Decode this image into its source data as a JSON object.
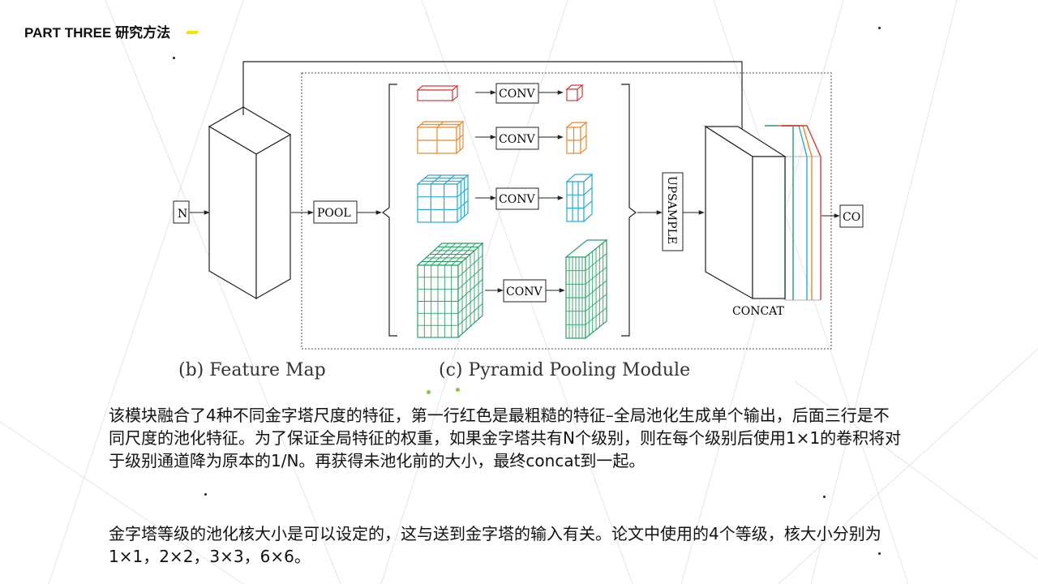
{
  "header": {
    "title": "PART THREE 研究方法"
  },
  "diagram": {
    "conv_label": "CONV",
    "pool_label": "POOL",
    "upsample_label": "UPSAMPLE",
    "concat_label": "CONCAT",
    "left_partial_label": "N",
    "right_partial_label": "CO",
    "caption_b": "(b) Feature Map",
    "caption_c": "(c) Pyramid Pooling Module",
    "colors": {
      "red": "#d23b3b",
      "orange": "#e8892f",
      "cyan": "#2aa9d6",
      "green": "#27a163"
    }
  },
  "text": {
    "para1": "该模块融合了4种不同金字塔尺度的特征，第一行红色是最粗糙的特征–全局池化生成单个输出，后面三行是不同尺度的池化特征。为了保证全局特征的权重，如果金字塔共有N个级别，则在每个级别后使用1×1的卷积将对于级别通道降为原本的1/N。再获得未池化前的大小，最终concat到一起。",
    "para2": "金字塔等级的池化核大小是可以设定的，这与送到金字塔的输入有关。论文中使用的4个等级，核大小分别为1×1，2×2，3×3，6×6。"
  }
}
